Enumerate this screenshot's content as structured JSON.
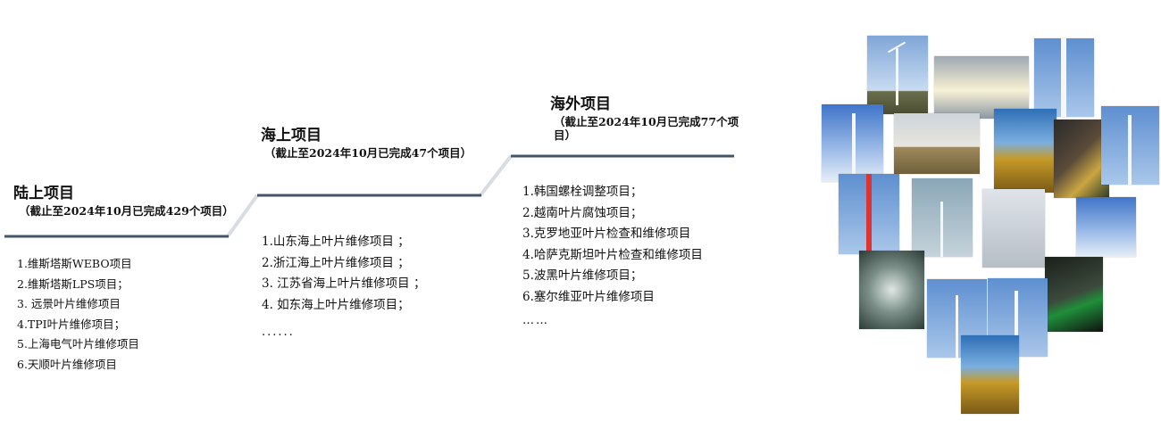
{
  "onshore": {
    "title": "陆上项目",
    "subtitle": "（截止至2024年10月已完成429个项目）",
    "items": [
      "1.维斯塔斯WEBO项目",
      "2.维斯塔斯LPS项目；",
      "3.  远景叶片维修项目",
      "4.TPI叶片维修项目；",
      "5.上海电气叶片维修项目",
      "6.天顺叶片维修项目"
    ]
  },
  "offshore": {
    "title": "海上项目",
    "subtitle": "（截止至2024年10月已完成47个项目）",
    "items": [
      "1.山东海上叶片维修项目  ；",
      "2.浙江海上叶片维修项目  ；",
      "3.  江苏省海上叶片维修项目  ；",
      "4.  如东海上叶片维修项目；"
    ],
    "more": "......"
  },
  "overseas": {
    "title": "海外项目",
    "subtitle": "（截止至2024年10月已完成77个项目）",
    "items": [
      "1.韩国螺栓调整项目；",
      "2.越南叶片腐蚀项目；",
      "3.克罗地亚叶片检查和维修项目",
      "4.哈萨克斯坦叶片检查和维修项目",
      "5.波黑叶片维修项目；",
      "6.塞尔维亚叶片维修项目"
    ],
    "more": "……"
  },
  "colors": {
    "line": "#44546a",
    "connector": "#d9dde2"
  }
}
